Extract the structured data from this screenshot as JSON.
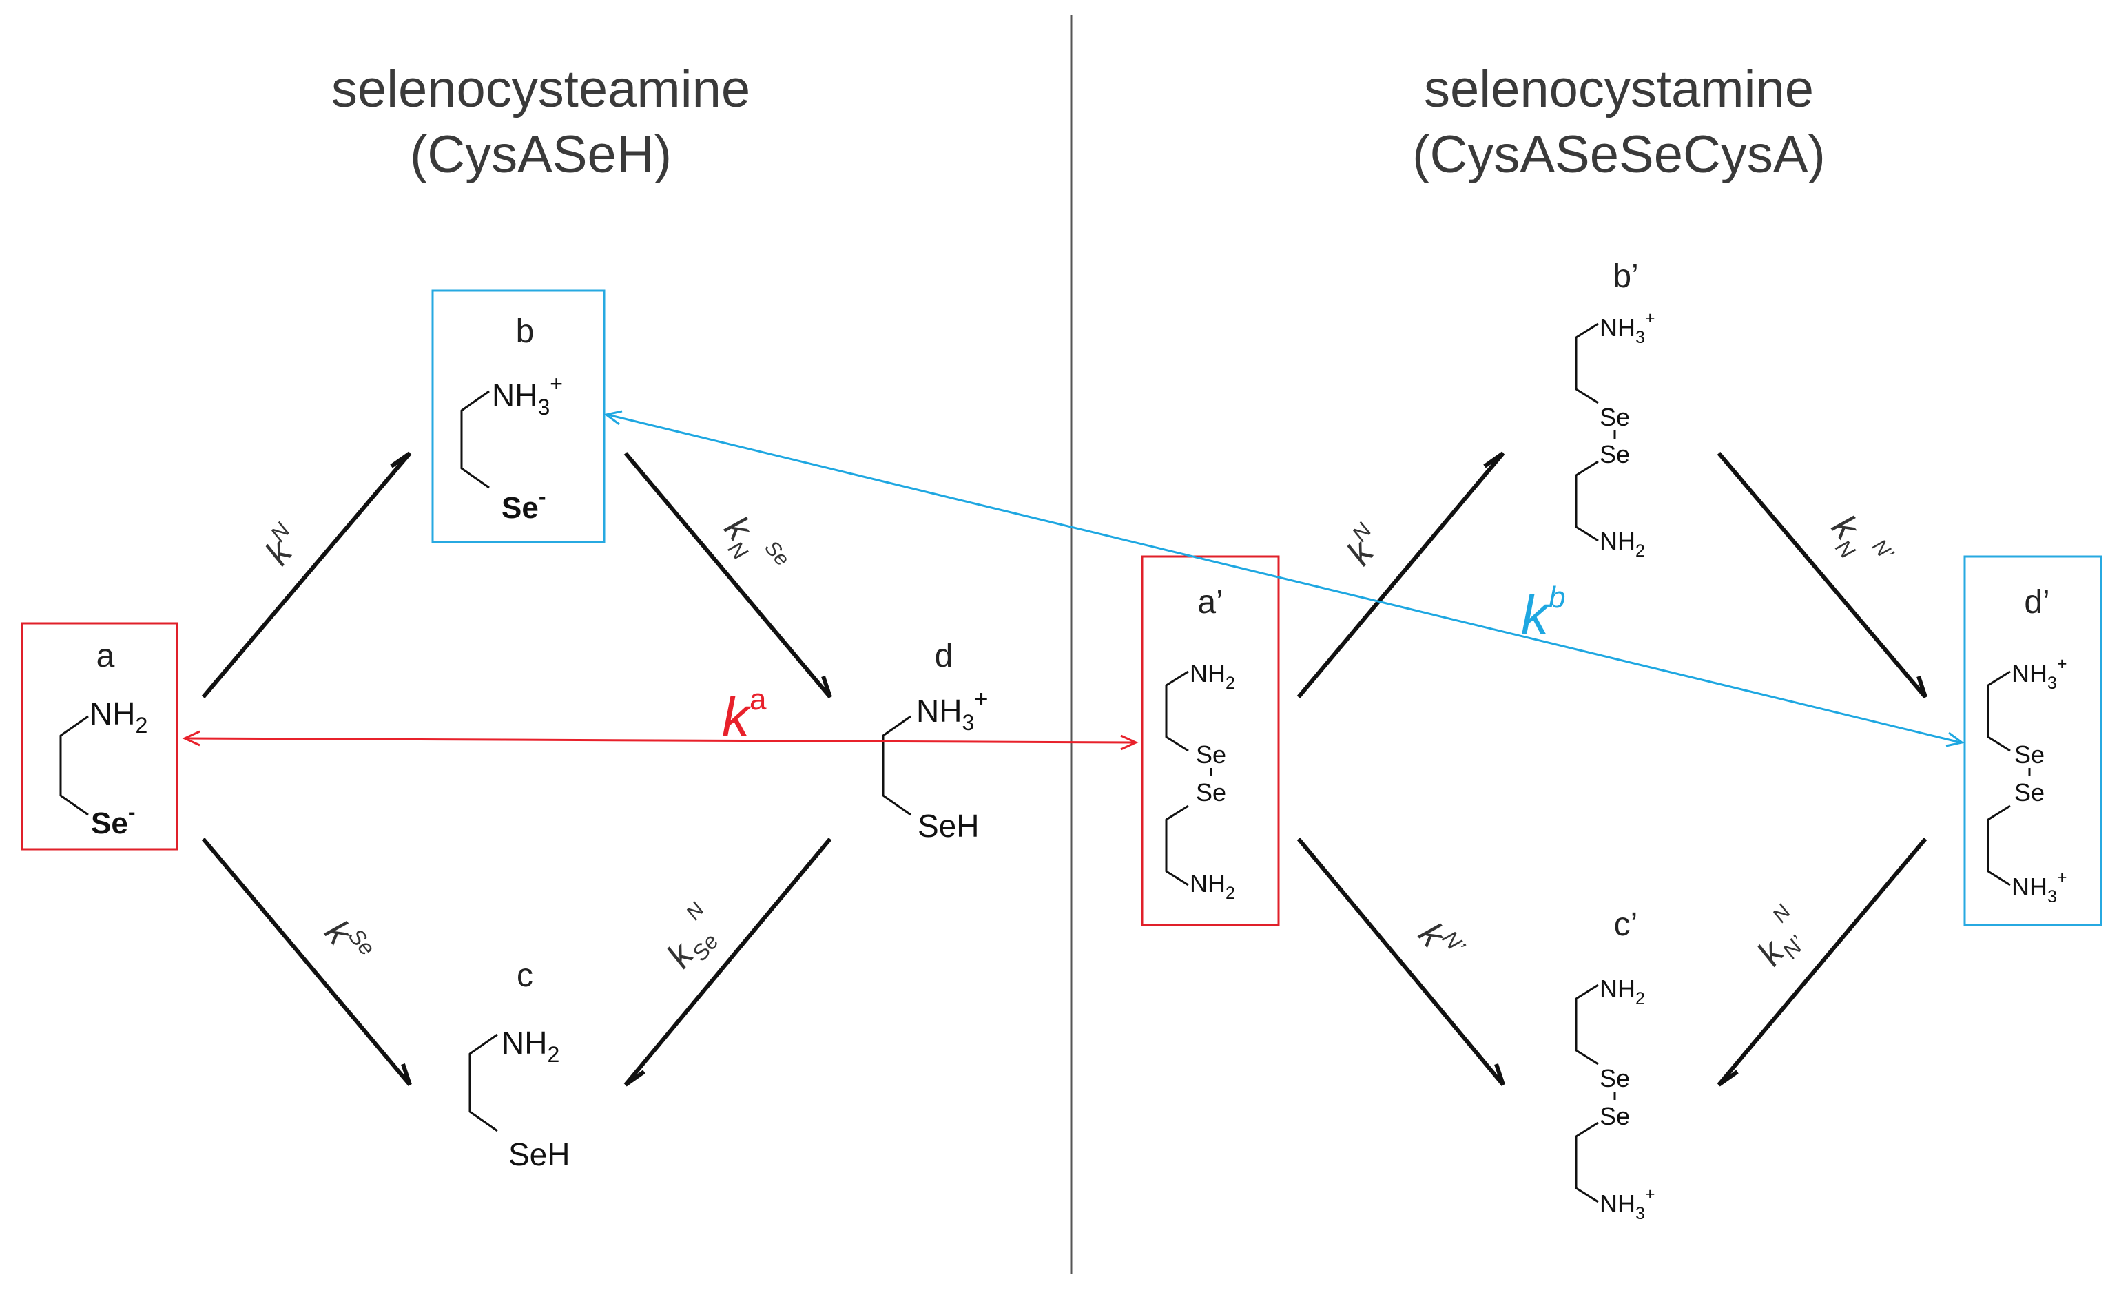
{
  "titles": {
    "left_line1": "selenocysteamine",
    "left_line2": "(CysASeH)",
    "right_line1": "selenocystamine",
    "right_line2": "(CysASeSeCysA)"
  },
  "species": {
    "a": {
      "label": "a",
      "top": "NH",
      "top_sub": "2",
      "bottom": "Se",
      "bottom_sup": "-"
    },
    "b": {
      "label": "b",
      "top": "NH",
      "top_sub": "3",
      "top_sup": "+",
      "bottom": "Se",
      "bottom_sup": "-"
    },
    "c": {
      "label": "c",
      "top": "NH",
      "top_sub": "2",
      "bottom": "SeH"
    },
    "d": {
      "label": "d",
      "top": "NH",
      "top_sub": "3",
      "top_sup": "+",
      "bottom": "SeH"
    },
    "a2": {
      "label": "a’",
      "top": "NH",
      "top_sub": "2",
      "se1": "Se",
      "se2": "Se",
      "bottom": "NH",
      "bottom_sub": "2"
    },
    "b2": {
      "label": "b’",
      "top": "NH",
      "top_sub": "3",
      "top_sup": "+",
      "se1": "Se",
      "se2": "Se",
      "bottom": "NH",
      "bottom_sub": "2"
    },
    "c2": {
      "label": "c’",
      "top": "NH",
      "top_sub": "2",
      "se1": "Se",
      "se2": "Se",
      "bottom": "NH",
      "bottom_sub": "3",
      "bottom_sup": "+"
    },
    "d2": {
      "label": "d’",
      "top": "NH",
      "top_sub": "3",
      "top_sup": "+",
      "se1": "Se",
      "se2": "Se",
      "bottom": "NH",
      "bottom_sub": "3",
      "bottom_sup": "+"
    }
  },
  "constants": {
    "k_ab": {
      "main": "k",
      "sup": "N"
    },
    "k_bd": {
      "main": "k",
      "sub": "N",
      "sup": "Se"
    },
    "k_ac": {
      "main": "k",
      "sup": "Se"
    },
    "k_cd": {
      "main": "k",
      "sub": "Se",
      "sup": "N"
    },
    "k_ab2": {
      "main": "k",
      "sup": "N"
    },
    "k_bd2": {
      "main": "k",
      "sub": "N",
      "sup": "N’"
    },
    "k_ac2": {
      "main": "k",
      "sup": "N’"
    },
    "k_cd2": {
      "main": "k",
      "sub": "N’",
      "sup": "N"
    },
    "k_a": {
      "main": "k",
      "sup": "a"
    },
    "k_b": {
      "main": "k",
      "sup": "b"
    }
  },
  "colors": {
    "red": "#e8212b",
    "blue": "#1ea7e1",
    "box_red": "#e0202a",
    "box_blue": "#27a9e1",
    "divider": "#555555",
    "arrow": "#111111"
  }
}
